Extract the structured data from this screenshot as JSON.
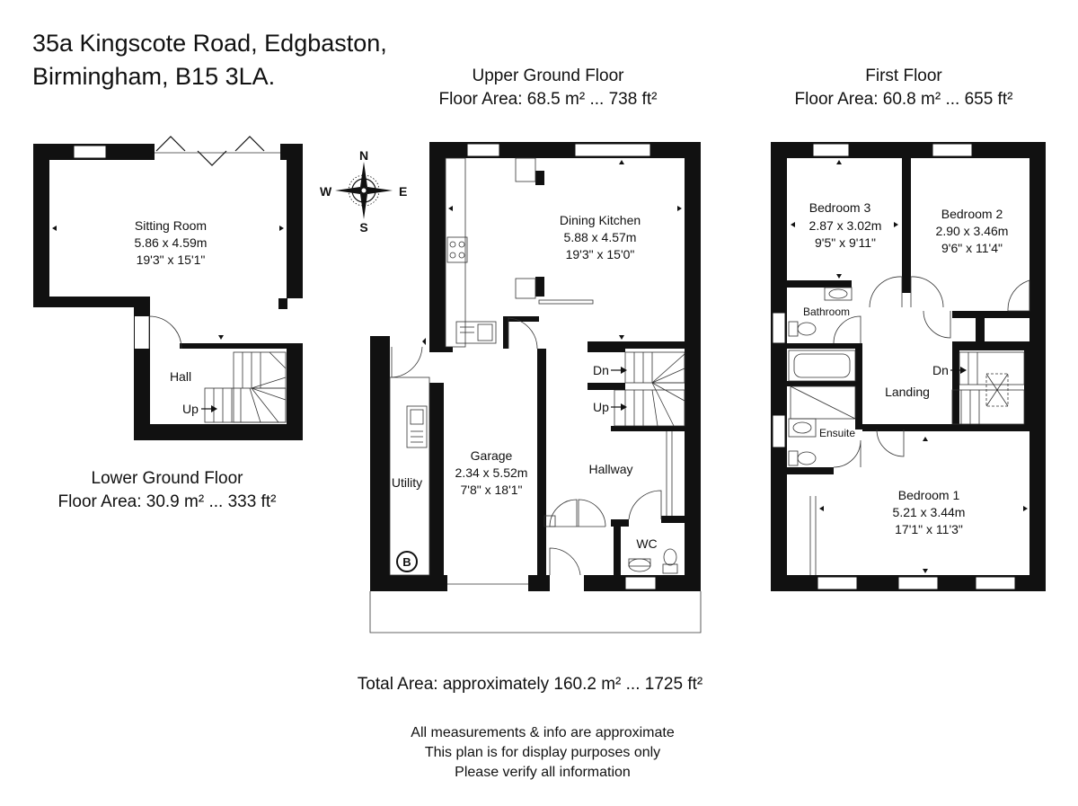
{
  "address": {
    "line1": "35a Kingscote Road, Edgbaston,",
    "line2": "Birmingham, B15 3LA."
  },
  "floors": {
    "upper_ground": {
      "name": "Upper Ground Floor",
      "area": "Floor Area: 68.5 m² ... 738 ft²"
    },
    "first": {
      "name": "First Floor",
      "area": "Floor Area: 60.8 m² ... 655 ft²"
    },
    "lower_ground": {
      "name": "Lower Ground Floor",
      "area": "Floor Area: 30.9 m² ... 333 ft²"
    }
  },
  "compass": {
    "n": "N",
    "s": "S",
    "e": "E",
    "w": "W"
  },
  "rooms": {
    "sitting_room": {
      "name": "Sitting Room",
      "metric": "5.86 x 4.59m",
      "imperial": "19'3\" x 15'1\""
    },
    "hall": {
      "name": "Hall"
    },
    "dining_kitchen": {
      "name": "Dining Kitchen",
      "metric": "5.88 x 4.57m",
      "imperial": "19'3\" x 15'0\""
    },
    "garage": {
      "name": "Garage",
      "metric": "2.34 x 5.52m",
      "imperial": "7'8\" x 18'1\""
    },
    "utility": {
      "name": "Utility"
    },
    "hallway": {
      "name": "Hallway"
    },
    "wc": {
      "name": "WC"
    },
    "bedroom3": {
      "name": "Bedroom 3",
      "metric": "2.87 x 3.02m",
      "imperial": "9'5\" x 9'11\""
    },
    "bedroom2": {
      "name": "Bedroom 2",
      "metric": "2.90 x 3.46m",
      "imperial": "9'6\" x 11'4\""
    },
    "bathroom": {
      "name": "Bathroom"
    },
    "landing": {
      "name": "Landing"
    },
    "ensuite": {
      "name": "Ensuite"
    },
    "bedroom1": {
      "name": "Bedroom 1",
      "metric": "5.21 x 3.44m",
      "imperial": "17'1\" x 11'3\""
    }
  },
  "stair_labels": {
    "up": "Up",
    "dn": "Dn"
  },
  "boiler_label": "B",
  "total_area": "Total Area: approximately 160.2 m² ... 1725 ft²",
  "disclaimer": {
    "line1": "All measurements & info are approximate",
    "line2": "This plan is for display purposes only",
    "line3": "Please verify all information"
  }
}
